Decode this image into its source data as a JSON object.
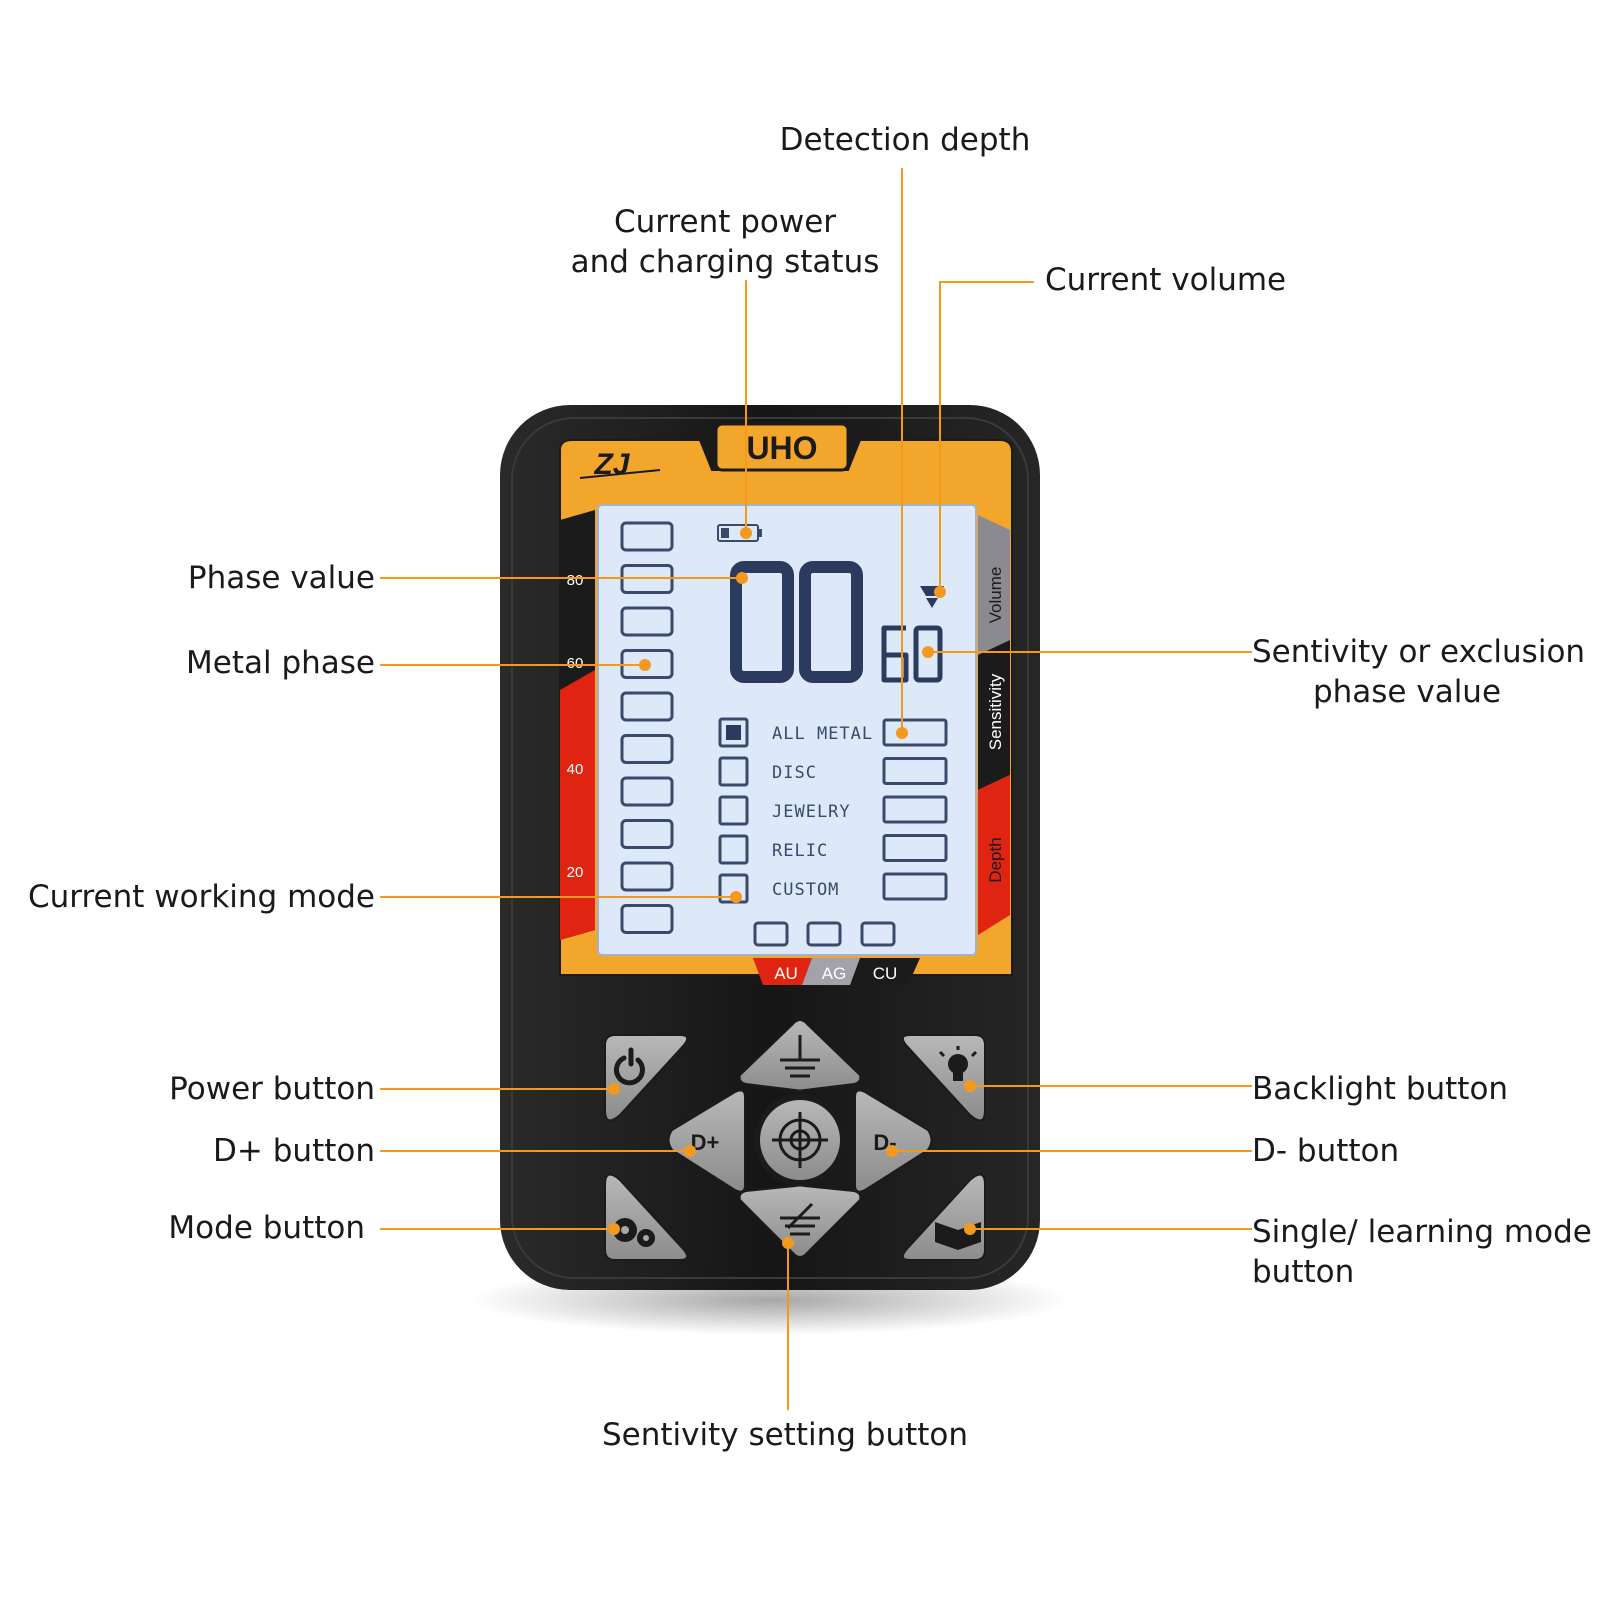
{
  "device": {
    "brand_logo": "UHO",
    "maker_logo": "ZJ",
    "lcd": {
      "phase_digits": "00",
      "small_digits": "60",
      "scale_marks": [
        "80",
        "60",
        "40",
        "20"
      ],
      "modes": [
        {
          "name": "ALL METAL",
          "active": true
        },
        {
          "name": "DISC",
          "active": false
        },
        {
          "name": "JEWELRY",
          "active": false
        },
        {
          "name": "RELIC",
          "active": false
        },
        {
          "name": "CUSTOM",
          "active": false
        }
      ]
    },
    "side_labels": {
      "volume": "Volume",
      "sensitivity": "Sensitivity",
      "depth": "Depth"
    },
    "metal_tabs": {
      "au": "AU",
      "ag": "AG",
      "cu": "CU"
    },
    "buttons": {
      "d_plus": "D+",
      "d_minus": "D-"
    },
    "icons": [
      "battery-icon",
      "speaker-icon",
      "power-icon",
      "sensitivity-up-icon",
      "backlight-icon",
      "target-icon",
      "sensitivity-down-icon",
      "gear-icon",
      "book-icon"
    ]
  },
  "callouts": {
    "detection_depth": "Detection depth",
    "current_power_line1": "Current power",
    "current_power_line2": "and charging status",
    "current_volume": "Current volume",
    "phase_value": "Phase value",
    "metal_phase": "Metal phase",
    "sensitivity_value_line1": "Sentivity or exclusion",
    "sensitivity_value_line2": "phase value",
    "working_mode": "Current working mode",
    "power_button": "Power button",
    "backlight_button": "Backlight button",
    "d_plus_button": "D+ button",
    "d_minus_button": "D- button",
    "mode_button": "Mode button",
    "learning_button_line1": "Single/ learning mode",
    "learning_button_line2": "button",
    "sensitivity_setting_button": "Sentivity setting button"
  },
  "colors": {
    "accent": "#f39a1e",
    "body": "#1b1b1b",
    "bezel": "#f2a62c",
    "lcd": "#dde9f8",
    "red": "#e02412"
  }
}
